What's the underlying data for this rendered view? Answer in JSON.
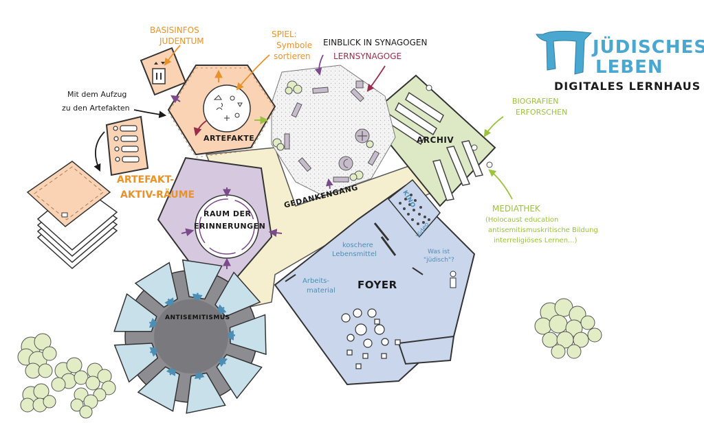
{
  "logo": {
    "line1": "JÜDISCHES",
    "line2": "LEBEN",
    "subtitle": "DIGITALES LERNHAUS",
    "icon": "letter-chet-icon",
    "color": "#4aa7cf"
  },
  "annotations": {
    "basisinfos_line1": "BASISINFOS",
    "basisinfos_line2": "JUDENTUM",
    "spiel_line1": "SPIEL:",
    "spiel_line2": "Symbole",
    "spiel_line3": "sortieren",
    "einblick": "EINBLICK IN SYNAGOGEN",
    "lernsynagoge": "LERNSYNAGOGE",
    "aufzug_line1": "Mit dem Aufzug",
    "aufzug_line2": "zu den Artefakten",
    "biografien_line1": "BIOGRAFIEN",
    "biografien_line2": "ERFORSCHEN",
    "artefakt_line1": "ARTEFAKT-",
    "artefakt_line2": "AKTIV-RÄUME",
    "mediathek_title": "MEDIATHEK",
    "mediathek_line1": "(Holocaust education",
    "mediathek_line2": "antisemitismuskritische Bildung",
    "mediathek_line3": "interreligiöses Lernen...)"
  },
  "rooms": {
    "artefakte": "ARTEFAKTE",
    "archiv": "ARCHIV",
    "raum_line1": "RAUM DER",
    "raum_line2": "ERINNERUNGEN",
    "gedankengang": "GEDANKENGANG",
    "kino": "KINO",
    "foyer": "FOYER",
    "antisemitismus": "ANTISEMITISMUS"
  },
  "foyer_labels": {
    "koschere_line1": "koschere",
    "koschere_line2": "Lebensmittel",
    "video": "Video",
    "wasist_line1": "Was ist",
    "wasist_line2": "\"jüdisch\"?",
    "arbeits_line1": "Arbeits-",
    "arbeits_line2": "material"
  },
  "colors": {
    "artefakte": "#f9d3b4",
    "synagoge": "#eeeeee",
    "archiv": "#dde8c4",
    "raum": "#d6c8de",
    "gedankengang": "#f6efcf",
    "foyer": "#c9d6ec",
    "antisemitismus": "#8d8d91",
    "petal": "#c8e0ea",
    "tree": "#e2edc6",
    "orange": "#e8922c",
    "green": "#9ac23c",
    "blue": "#4d8fb4",
    "maroon": "#9b2d4a"
  }
}
